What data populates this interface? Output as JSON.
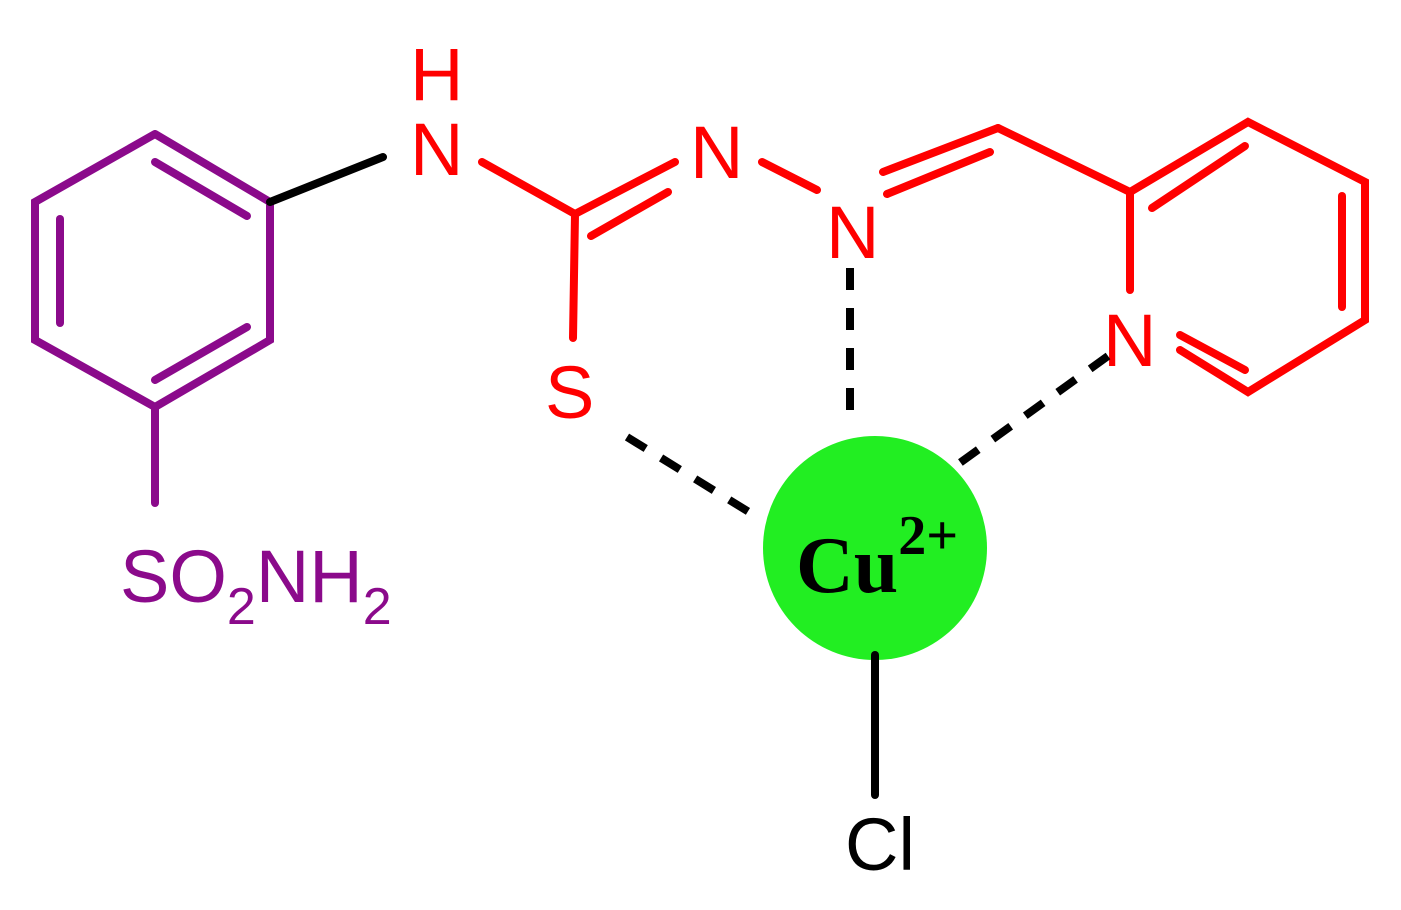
{
  "colors": {
    "phenyl": "#8b0a8b",
    "ligand": "#ff0000",
    "black": "#000000",
    "metal_fill": "#22ee22"
  },
  "labels": {
    "h": "H",
    "n_amine": "N",
    "n_hydrazine": "N",
    "n_imine": "N",
    "n_pyridine": "N",
    "s": "S",
    "so2nh2": {
      "so": "SO",
      "o_sub": "2",
      "nh": "NH",
      "h_sub": "2"
    },
    "metal": {
      "symbol": "Cu",
      "charge": "2+"
    },
    "chloride": "Cl"
  }
}
